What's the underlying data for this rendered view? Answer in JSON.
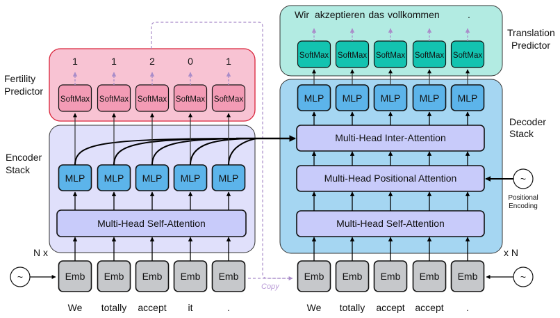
{
  "colors": {
    "fertility_bg": "#f8c3d3",
    "fertility_border": "#d9243a",
    "fertility_softmax": "#f39bb5",
    "translation_bg": "#b2ebe2",
    "translation_softmax": "#13c3b0",
    "encoder_bg": "#e0e0fb",
    "decoder_bg": "#a5d6f2",
    "mlp": "#5cb4ea",
    "attention": "#c8cbfa",
    "emb": "#c6c8cb",
    "dashed": "#a98cc9"
  },
  "fertility_predictor": {
    "label_line1": "Fertility",
    "label_line2": "Predictor",
    "softmax_label": "SoftMax",
    "outputs": [
      "1",
      "1",
      "2",
      "0",
      "1"
    ]
  },
  "encoder": {
    "label_line1": "Encoder",
    "label_line2": "Stack",
    "mlp_label": "MLP",
    "attention_label": "Multi-Head Self-Attention",
    "repeat_label": "N x",
    "emb_label": "Emb",
    "input_tokens": [
      "We",
      "totally",
      "accept",
      "it",
      "."
    ]
  },
  "translation_predictor": {
    "label_line1": "Translation",
    "label_line2": "Predictor",
    "softmax_label": "SoftMax",
    "outputs": [
      "Wir",
      "akzeptieren",
      "das",
      "vollkommen",
      "."
    ]
  },
  "decoder": {
    "label_line1": "Decoder",
    "label_line2": "Stack",
    "mlp_label": "MLP",
    "inter_attention_label": "Multi-Head Inter-Attention",
    "positional_attention_label": "Multi-Head Positional Attention",
    "self_attention_label": "Multi-Head Self-Attention",
    "repeat_label": "x N",
    "emb_label": "Emb",
    "input_tokens": [
      "We",
      "totally",
      "accept",
      "accept",
      "."
    ]
  },
  "positional_encoding": {
    "label_line1": "Positional",
    "label_line2": "Encoding",
    "symbol": "~"
  },
  "copy_label": "Copy"
}
